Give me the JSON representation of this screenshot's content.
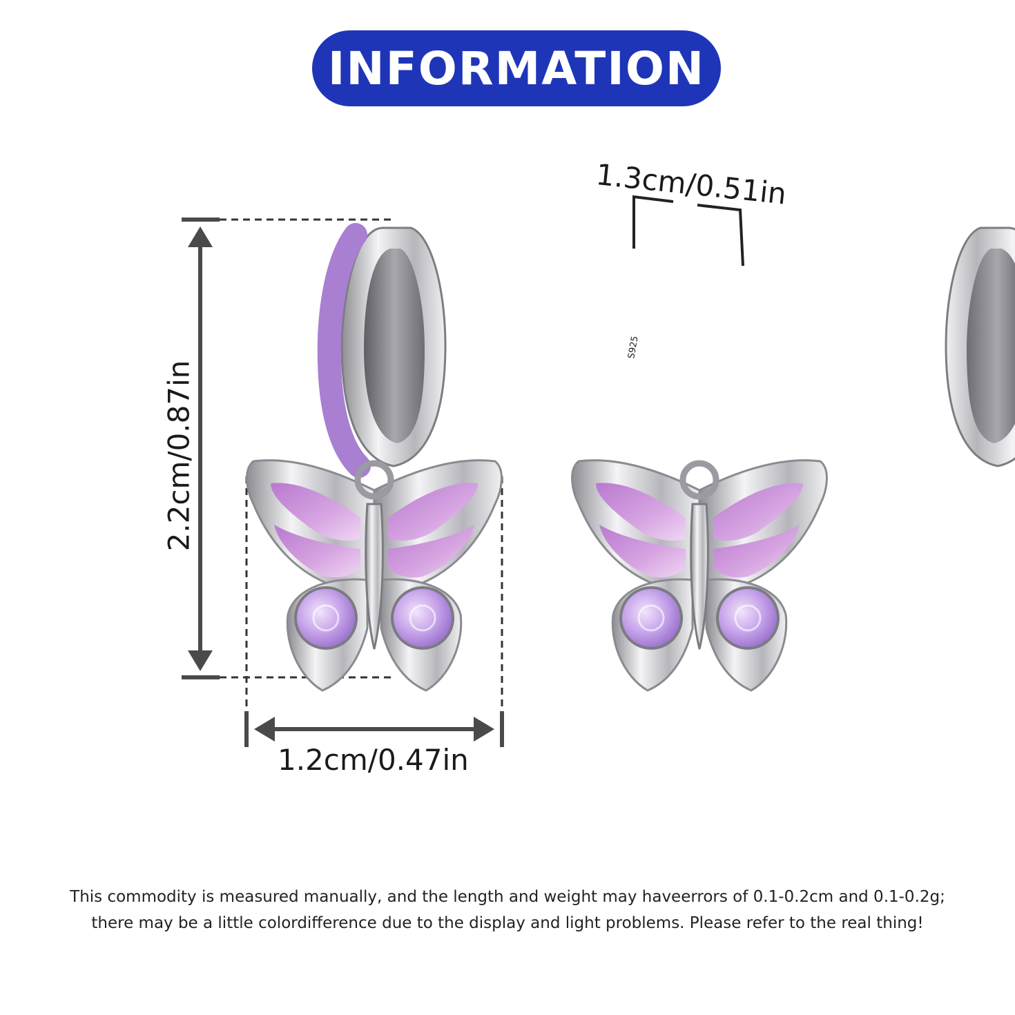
{
  "header": {
    "title": "INFORMATION",
    "color": "#1f35b8"
  },
  "dimensions": {
    "height": "2.2cm/0.87in",
    "width": "1.2cm/0.47in",
    "hoop_width": "1.3cm/0.51in"
  },
  "product": {
    "stamp": "S925"
  },
  "colors": {
    "accent": "#1f35b8",
    "enamel": "#c98fd6",
    "stone": "#b992e0",
    "silver": "#d9d9de",
    "arrow": "#4a4a4a"
  },
  "disclaimer": {
    "line1": "This commodity is measured manually, and the length and weight may haveerrors of 0.1-0.2cm and 0.1-0.2g;",
    "line2": "there may be a little colordifference due to the display and light problems. Please refer to the real thing!"
  }
}
